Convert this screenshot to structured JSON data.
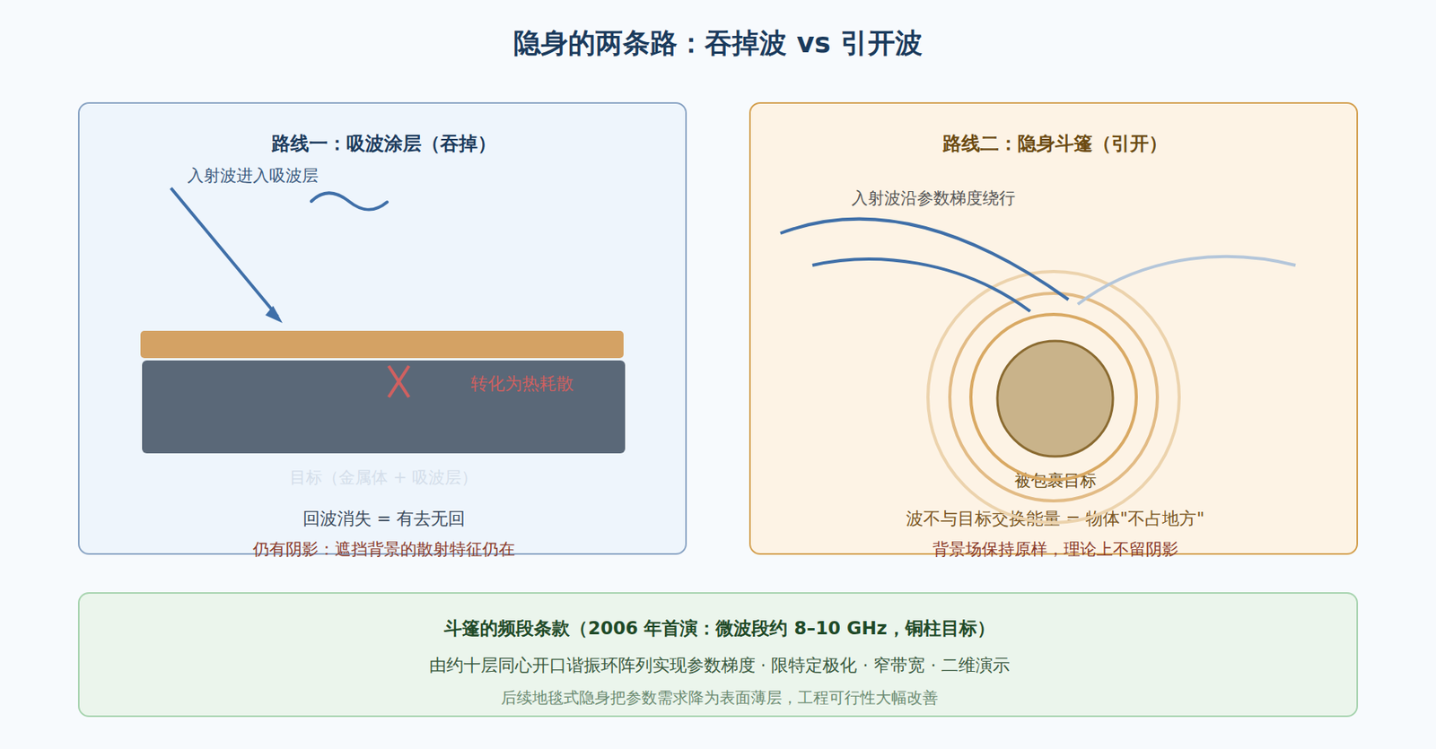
{
  "diagram": {
    "title": "隐身的两条路：吞掉波 vs 引开波",
    "nodes": [
      {
        "text": [
          "路线一：吸波涂层（吞掉）",
          "回波消失 = 有去无回",
          "仍有阴影：遮挡背景的散射特征仍在"
        ]
      },
      {
        "text": [
          "转化为热耗散",
          "目标（金属体 + 吸波层）"
        ],
        "in": 0
      },
      {
        "text": [
          "路线二：隐身斗篷（引开）",
          "波不与目标交换能量 = 物体\"不占地方\"",
          "背景场保持原样，理论上不留阴影"
        ]
      },
      {
        "text": [
          "被包裹目标"
        ],
        "in": 2
      },
      {
        "text": [
          "斗篷的频段条款（2006 年首演：微波段约 8–10 GHz，铜柱目标）",
          "由约十层同心开口谐振环阵列实现参数梯度 · 限特定极化 · 窄带宽 · 二维演示",
          "后续地毯式隐身把参数需求降为表面薄层，工程可行性大幅改善"
        ]
      }
    ],
    "labels": [
      "入射波进入吸波层",
      "入射波沿参数梯度绕行"
    ]
  }
}
